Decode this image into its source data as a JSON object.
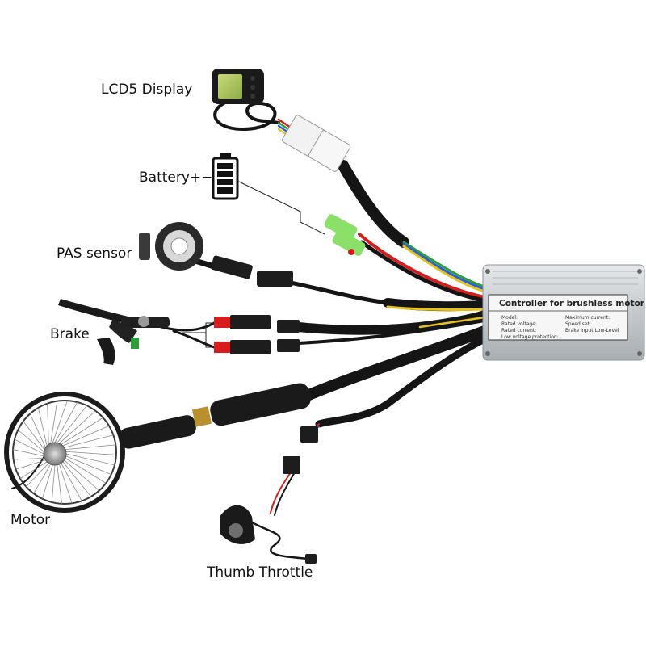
{
  "labels": {
    "lcd": "LCD5 Display",
    "battery": "Battery+−",
    "pas": "PAS sensor",
    "brake": "Brake",
    "motor": "Motor",
    "throttle": "Thumb Throttle"
  },
  "controller": {
    "title": "Controller for brushless motor",
    "specs_left": [
      {
        "key": "Model:",
        "val": ""
      },
      {
        "key": "Rated voltage:",
        "val": ""
      },
      {
        "key": "Rated current:",
        "val": ""
      },
      {
        "key": "Low voltage protection:",
        "val": ""
      }
    ],
    "specs_right": [
      {
        "key": "Maximum current:",
        "val": ""
      },
      {
        "key": "Speed set:",
        "val": ""
      },
      {
        "key": "Brake input:Low-Level",
        "val": ""
      }
    ]
  },
  "colors": {
    "cable": "#151515",
    "wire_red": "#d61c1c",
    "wire_yellow": "#e8c21a",
    "wire_green": "#2e9e3a",
    "wire_blue": "#2b5fd6",
    "controller_body": "#c9ccd0",
    "battery_green": "#8be06a"
  }
}
